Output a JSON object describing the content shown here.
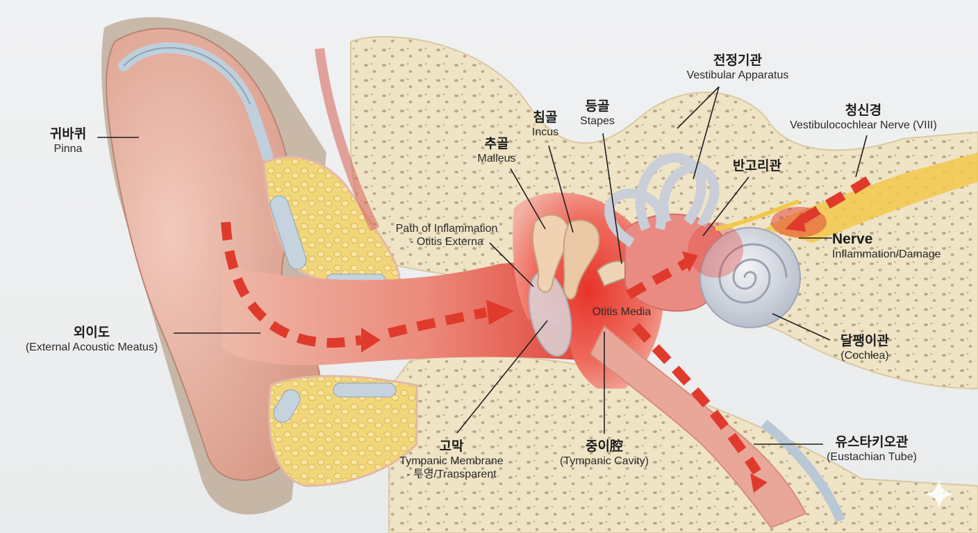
{
  "labels": {
    "pinna": {
      "ko": "귀바퀴",
      "en": "Pinna"
    },
    "external_meatus": {
      "ko": "외이도",
      "en": "(External Acoustic Meatus)"
    },
    "malleus": {
      "ko": "추골",
      "en": "Malleus"
    },
    "incus": {
      "ko": "침골",
      "en": "Incus"
    },
    "stapes": {
      "ko": "등골",
      "en": "Stapes"
    },
    "vestibular": {
      "ko": "전정기관",
      "en": "Vestibular Apparatus"
    },
    "nerve_viii": {
      "ko": "청신경",
      "en": "Vestibulocochlear Nerve (VIII)"
    },
    "semicircular": {
      "ko": "반고리관"
    },
    "nerve_inflammation": {
      "title": "Nerve",
      "en": "Inflammation/Damage"
    },
    "otitis_externa": {
      "line1": "Path of Inflammation",
      "line2": "- Otitis Externa"
    },
    "otitis_media": {
      "en": "Otitis Media"
    },
    "cochlea": {
      "ko": "달팽이관",
      "en": "(Cochlea)"
    },
    "tympanic_membrane": {
      "ko": "고막",
      "line1": "Tympanic Membrane",
      "line2": "- 투영/Transparent"
    },
    "tympanic_cavity": {
      "ko": "중이腔",
      "en": "(Tympanic Cavity)"
    },
    "eustachian": {
      "ko": "유스타키오관",
      "en": "(Eustachian Tube)"
    }
  },
  "colors": {
    "background": "#eceeef",
    "skin": "#e9b4a4",
    "bone": "#efe4c4",
    "fat": "#f3d87a",
    "inflammation": "#e23a2e",
    "cartilage": "#c9d8e2",
    "nerve": "#f2c84b",
    "leader_line": "#1e1e1e"
  },
  "icons": [
    "sparkle-icon"
  ]
}
